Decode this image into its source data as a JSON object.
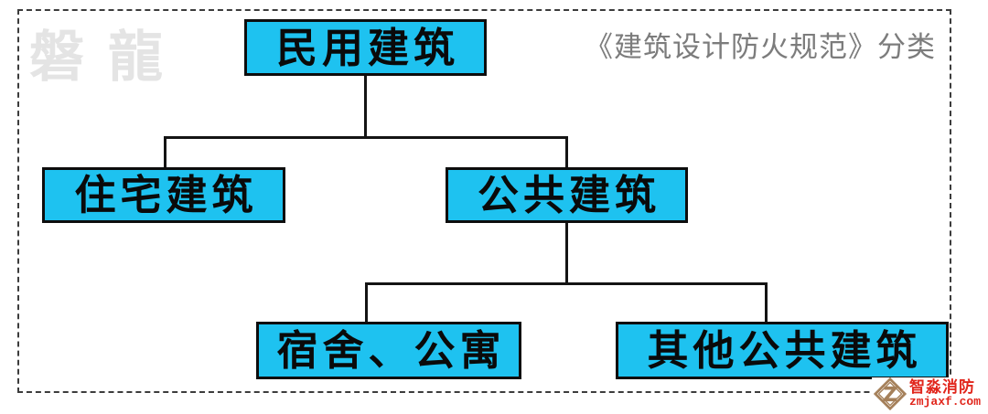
{
  "page": {
    "watermark": "磐龍",
    "title": "《建筑设计防火规范》分类"
  },
  "diagram": {
    "type": "tree",
    "nodes": [
      {
        "id": "root",
        "label": "民用建筑"
      },
      {
        "id": "residential",
        "label": "住宅建筑"
      },
      {
        "id": "public",
        "label": "公共建筑"
      },
      {
        "id": "dormitory",
        "label": "宿舍、公寓"
      },
      {
        "id": "other-public",
        "label": "其他公共建筑"
      }
    ],
    "edges": [
      {
        "from": "民用建筑",
        "to": "住宅建筑"
      },
      {
        "from": "民用建筑",
        "to": "公共建筑"
      },
      {
        "from": "公共建筑",
        "to": "宿舍、公寓"
      },
      {
        "from": "公共建筑",
        "to": "其他公共建筑"
      }
    ]
  },
  "logo": {
    "name": "智淼消防",
    "url": "zmjaxf.com"
  },
  "colors": {
    "box_fill": "#1ec2f0",
    "box_border": "#0d0d0d",
    "connector": "#141414",
    "title_gray": "#7c7c7c",
    "watermark_gray": "#e4e4e4",
    "logo_red": "#e1261c",
    "logo_icon_brown": "#a5805a",
    "frame_dash": "#3c3c3c"
  }
}
